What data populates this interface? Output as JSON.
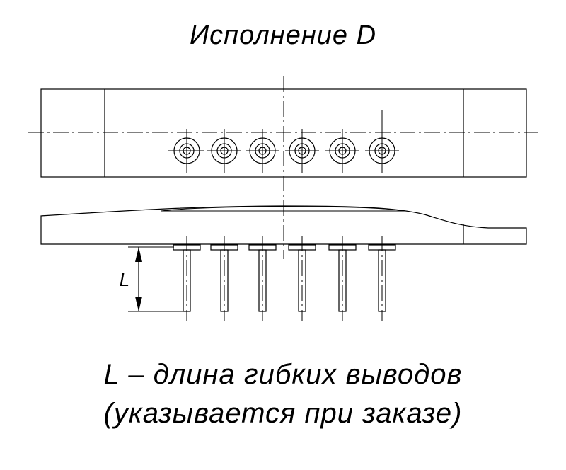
{
  "title": "Исполнение D",
  "dimension_label": "L",
  "caption_line1": "L – длина гибких выводов",
  "caption_line2": "(указывается при заказе)",
  "colors": {
    "ink": "#000000",
    "background": "#ffffff"
  }
}
